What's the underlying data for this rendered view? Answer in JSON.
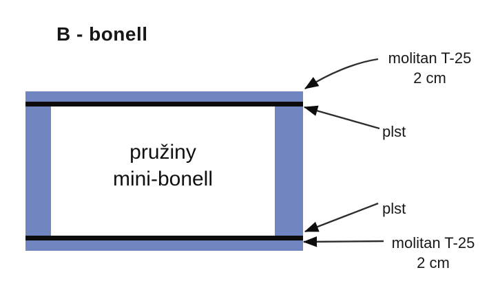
{
  "title": "B - bonell",
  "diagram": {
    "core": {
      "line1": "pružiny",
      "line2": "mini-bonell"
    }
  },
  "annotations": {
    "molitan_top": {
      "line1": "molitan T-25",
      "line2": "2 cm"
    },
    "plst_top": {
      "label": "plst"
    },
    "plst_bottom": {
      "label": "plst"
    },
    "molitan_bottom": {
      "line1": "molitan T-25",
      "line2": "2 cm"
    }
  },
  "colors": {
    "foam_blue": "#7186c1",
    "felt_black": "#0c0c0c",
    "arrow_line": "#2e2e2e",
    "arrow_head": "#0d0d0d",
    "background": "#ffffff"
  }
}
